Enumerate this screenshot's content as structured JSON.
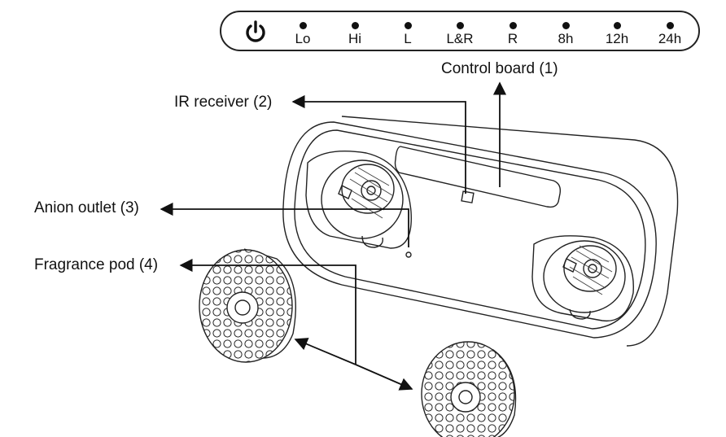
{
  "control_panel": {
    "buttons": [
      {
        "label": "Lo"
      },
      {
        "label": "Hi"
      },
      {
        "label": "L"
      },
      {
        "label": "L&R"
      },
      {
        "label": "R"
      },
      {
        "label": "8h"
      },
      {
        "label": "12h"
      },
      {
        "label": "24h"
      }
    ],
    "power_icon": "power-icon"
  },
  "callouts": {
    "control_board": "Control board (1)",
    "ir_receiver": "IR receiver (2)",
    "anion_outlet": "Anion outlet (3)",
    "fragrance_pod": "Fragrance pod (4)"
  }
}
